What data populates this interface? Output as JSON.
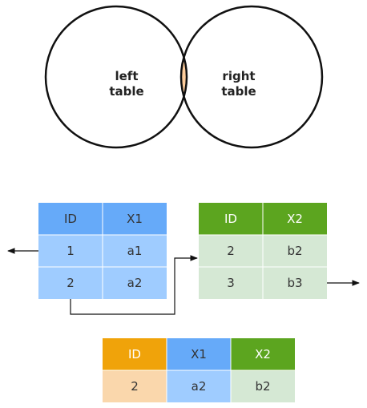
{
  "venn": {
    "left_label_line1": "left",
    "left_label_line2": "table",
    "right_label_line1": "right",
    "right_label_line2": "table",
    "intersection_color": "#fdcc9b",
    "outline_color": "#111111"
  },
  "left_table": {
    "headers": [
      "ID",
      "X1"
    ],
    "rows": [
      [
        "1",
        "a1"
      ],
      [
        "2",
        "a2"
      ]
    ],
    "header_color": "#66aaf9",
    "cell_color": "#9fccff"
  },
  "right_table": {
    "headers": [
      "ID",
      "X2"
    ],
    "rows": [
      [
        "2",
        "b2"
      ],
      [
        "3",
        "b3"
      ]
    ],
    "header_color": "#5ca51f",
    "cell_color": "#d5e8d4"
  },
  "result_table": {
    "headers": [
      "ID",
      "X1",
      "X2"
    ],
    "rows": [
      [
        "2",
        "a2",
        "b2"
      ]
    ],
    "header_colors": [
      "#f0a30a",
      "#66aaf9",
      "#5ca51f"
    ],
    "cell_colors": [
      "#fad7ac",
      "#9fccff",
      "#d5e8d4"
    ]
  },
  "arrows": {
    "left_out_icon": "arrow-left-icon",
    "right_out_icon": "arrow-right-icon",
    "connector_icon": "arrow-right-icon"
  }
}
